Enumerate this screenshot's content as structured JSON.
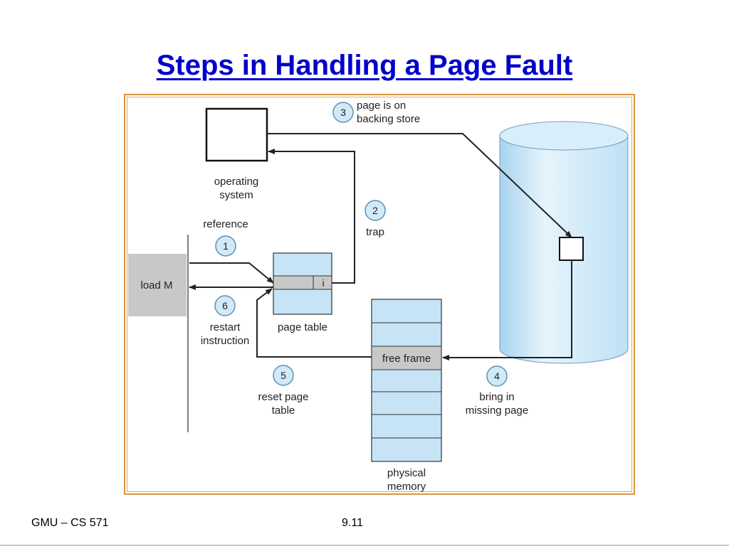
{
  "slide": {
    "title": "Steps in Handling a Page Fault",
    "footer_left": "GMU – CS 571",
    "footer_center": "9.11"
  },
  "diagram": {
    "operating_system": [
      "operating",
      "system"
    ],
    "load_instruction": "load M",
    "page_table_entry_bit": "i",
    "page_table_label": "page table",
    "free_frame": "free frame",
    "physical_memory": [
      "physical",
      "memory"
    ],
    "steps": [
      {
        "number": "1",
        "lines": [
          "reference"
        ]
      },
      {
        "number": "2",
        "lines": [
          "trap"
        ]
      },
      {
        "number": "3",
        "lines": [
          "page is on",
          "backing store"
        ]
      },
      {
        "number": "4",
        "lines": [
          "bring in",
          "missing page"
        ]
      },
      {
        "number": "5",
        "lines": [
          "reset page",
          "table"
        ]
      },
      {
        "number": "6",
        "lines": [
          "restart",
          "instruction"
        ]
      }
    ],
    "colors": {
      "frame_border": "#d9953f",
      "box_fill": "#c6e4f6",
      "circle_fill": "#d2e9f7",
      "highlight_gray": "#c8c8c8",
      "title": "#0000cc"
    }
  }
}
